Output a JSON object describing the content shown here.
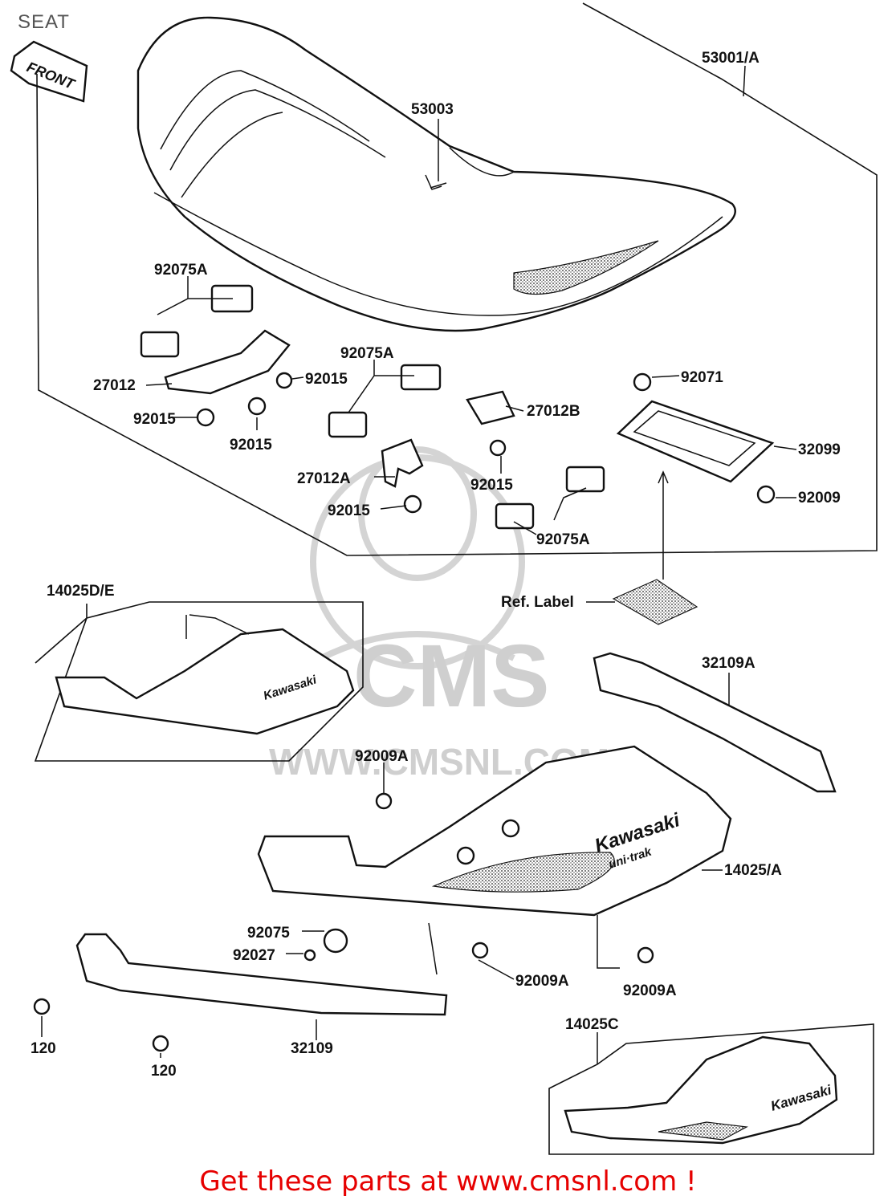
{
  "title": "SEAT",
  "front_label": "FRONT",
  "watermark": {
    "brand": "CMS",
    "site": "WWW.CMSNL.COM"
  },
  "cover_logo": {
    "brand": "Kawasaki",
    "model": "uni·trak"
  },
  "parts": {
    "seat_assy": "53001/A",
    "seat_hook": "53003",
    "damper_a_upper": "92075A",
    "bracket": "27012",
    "nut_1": "92015",
    "nut_2": "92015",
    "nut_3": "92015",
    "damper_a_middle": "92075A",
    "bracket_b": "27012B",
    "nut_4": "92015",
    "bracket_a": "27012A",
    "nut_5": "92015",
    "damper_a_lower": "92075A",
    "grommet": "92071",
    "case": "32099",
    "bolt": "92009",
    "ref_label": "Ref. Label",
    "cover_de": "14025D/E",
    "bracket_rail": "32109A",
    "bolt_a_top": "92009A",
    "cover_a": "14025/A",
    "damper": "92075",
    "collar": "92027",
    "bolt_a_mid": "92009A",
    "bolt_a_right": "92009A",
    "screw_1": "120",
    "screw_2": "120",
    "rail": "32109",
    "cover_c": "14025C"
  },
  "footer": "Get these parts at www.cmsnl.com !"
}
